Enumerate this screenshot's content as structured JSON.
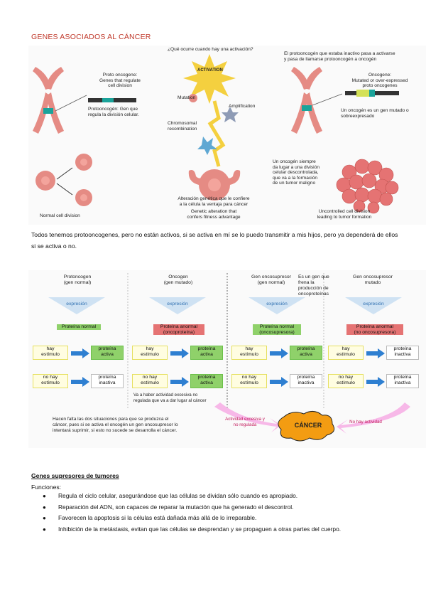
{
  "title": "GENES ASOCIADOS AL CÁNCER",
  "figure1": {
    "question": "¿Qué ocurre cuando hay una activación?",
    "proto_label": "Proto oncogene:\nGenes that regulate\ncell division",
    "proto_es": "Protooncogén: Gen que\nregula la división celular.",
    "activation": "ACTIVATION",
    "mutation": "Mutation",
    "amplification": "Amplification",
    "chromosomal": "Chromosomal\nrecombination",
    "right_top": "El protooncogén que estaba inactivo pasa a activarse\ny pasa de llamarse protooncogén a oncogén",
    "oncogene_label": "Oncogene:\nMutated or over-expressed\nproto oncogenes",
    "oncogene_es": "Un oncogén es un gen mutado o\nsobreexpresado",
    "alteration_es": "Alteración genética que le confiere\na la célula la ventaja para cáncer",
    "alteration_en": "Genetic alteration that\nconfers fitness advantage",
    "normal_div": "Normal cell division",
    "oncogen_tumor": "Un oncogén siempre\nda lugar a una división\ncelular descontrolada,\nque va a la formación\nde un tumor maligno",
    "uncontrolled": "Uncontrolled cell division\nleading to tumor formation"
  },
  "paragraph": "Todos tenemos protooncogenes, pero no están activos, si se activa en mí se lo puedo transmitir a mis hijos, pero ya dependerá de ellos si se activa o no.",
  "figure2": {
    "col1_title": "Protoncogen\n(gen normal)",
    "col2_title": "Oncogen\n(gen mutado)",
    "col3_title": "Gen oncosupresor\n(gen normal)",
    "col3_note": "Es un gen que\nfrena la\nproducción de\noncoproteínas",
    "col4_title": "Gen oncosupresor\nmutado",
    "expresion": "expresión",
    "p1": "Proteína normal",
    "p2": "Proteína anormal\n(oncoproteína)",
    "p3": "Proteína normal\n(oncosupresora)",
    "p4": "Proteína anormal\n(no oncosupresora)",
    "hay": "hay\nestímulo",
    "nohay": "no hay\nestímulo",
    "activa": "proteína\nactiva",
    "inactiva": "proteína\ninactiva",
    "note2": "Va a haber actividad excesiva no\nregulada que va a dar lugar al cáncer",
    "bottom_note": "Hacen falta las dos situaciones para que se produzca el\ncáncer, pues si se activa el oncogén un gen oncosupresor lo\nintentará suprimir, si esto no sucede se desarrolla el cáncer.",
    "activity": "Actividad excesiva y\nno regulada",
    "cancer": "CÁNCER",
    "no_activity": "No hay actividad"
  },
  "section_title": "Genes supresores de tumores",
  "functions_label": "Funciones:",
  "functions": [
    "Regula el ciclo celular, asegurándose que las células se dividan sólo cuando es apropiado.",
    "Reparación del ADN, son capaces de reparar la mutación que ha generado el descontrol.",
    "Favorecen la apoptosis si la células está dañada más allá de lo irreparable.",
    "Inhibición de la metástasis, evitan que las células se desprendan y se propaguen a otras partes del cuerpo."
  ]
}
